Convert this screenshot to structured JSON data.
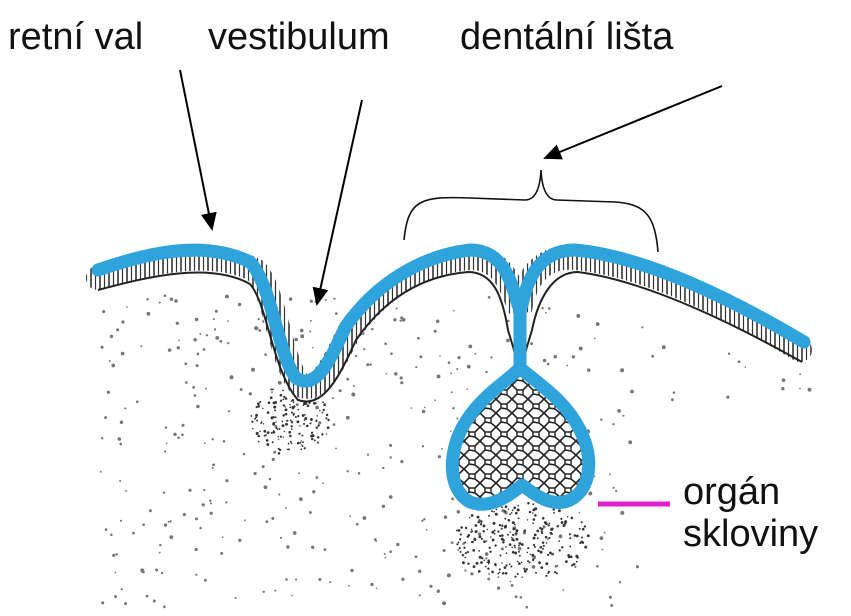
{
  "labels": {
    "retni_val": "retní val",
    "vestibulum": "vestibulum",
    "dentalni_lista": "dentální lišta",
    "organ_skloviny_line1": "orgán",
    "organ_skloviny_line2": "skloviny"
  },
  "colors": {
    "epithelium": "#2fa3dc",
    "cells": "#333333",
    "mesenchyme_dots": "#777777",
    "pointer_line": "#e020d0",
    "arrows": "#000000"
  }
}
